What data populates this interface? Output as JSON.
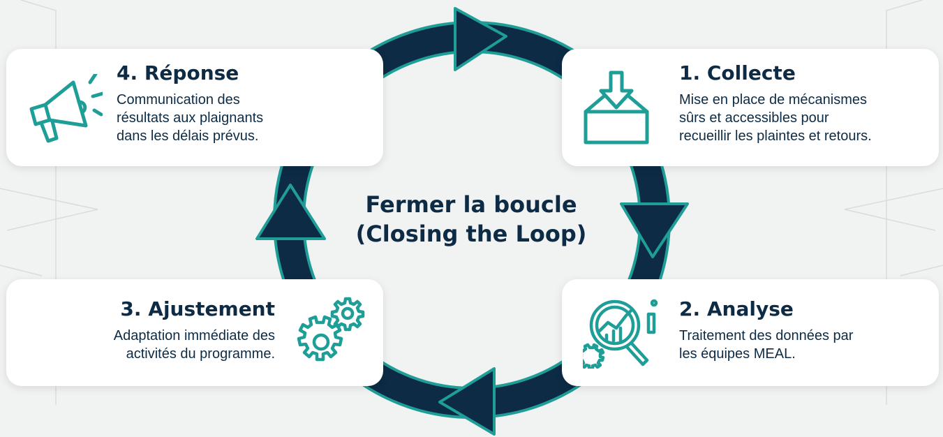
{
  "center": {
    "line1": "Fermer la boucle",
    "line2": "(Closing the Loop)"
  },
  "steps": {
    "collecte": {
      "title": "1. Collecte",
      "lines": [
        "Mise en place de mécanismes",
        "sûrs et accessibles pour",
        "recueillir les plaintes et retours."
      ],
      "icon": "ballot-box-icon"
    },
    "analyse": {
      "title": "2. Analyse",
      "lines": [
        "Traitement des données par",
        "les équipes MEAL."
      ],
      "icon": "magnifier-chart-icon"
    },
    "ajustement": {
      "title": "3. Ajustement",
      "lines": [
        "Adaptation immédiate des",
        "activités du programme."
      ],
      "icon": "gears-icon"
    },
    "reponse": {
      "title": "4. Réponse",
      "lines": [
        "Communication des",
        "résultats aux plaignants",
        "dans les délais prévus."
      ],
      "icon": "megaphone-icon"
    }
  },
  "colors": {
    "navy": "#0d2b45",
    "teal": "#1f9e98",
    "background": "#f1f2f2"
  }
}
